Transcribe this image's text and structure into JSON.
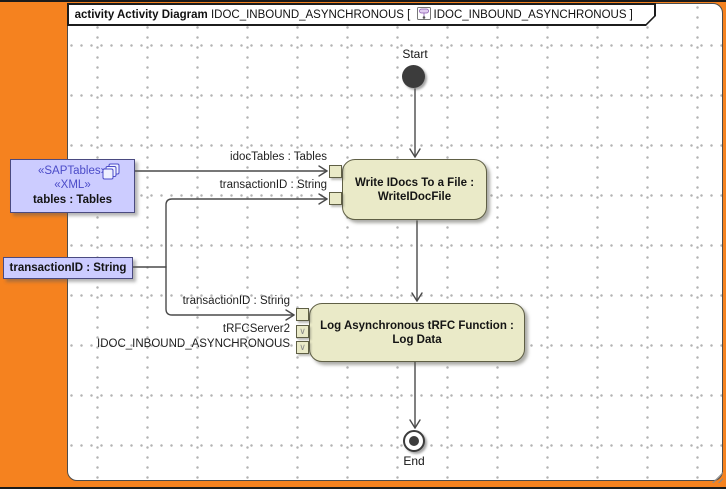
{
  "frame_header": {
    "kind": "activity Activity Diagram",
    "diagram_name": " IDOC_INBOUND_ASYNCHRONOUS [ ",
    "context_name": "IDOC_INBOUND_ASYNCHRONOUS ]"
  },
  "nodes": {
    "start": {
      "label": "Start"
    },
    "activity_write": {
      "line1": "Write IDocs To a File :",
      "line2": "WriteIDocFile"
    },
    "activity_log": {
      "line1": "Log Asynchronous tRFC Function :",
      "line2": "Log Data"
    },
    "end": {
      "label": "End"
    }
  },
  "pins": {
    "value_pin_glyph": "∨"
  },
  "object_nodes": {
    "sap_tables": {
      "stereotypes": [
        "«SAPTables»",
        "«XML»"
      ],
      "label": "tables : Tables"
    },
    "transaction_id": {
      "label": "transactionID : String"
    }
  },
  "edge_labels": {
    "idoc_tables": "idocTables : Tables",
    "transaction_upper": "transactionID : String",
    "transaction_lower": "transactionID : String",
    "trfc_server2": "tRFCServer2",
    "idoc_inbound": "IDOC_INBOUND_ASYNCHRONOUS"
  },
  "colors": {
    "canvas_orange": "#F5821F",
    "activity_fill": "#EAEAC8",
    "activity_border": "#5F5F45",
    "object_fill": "#CCCCFF",
    "object_border": "#4A4A80",
    "stereotype_text": "#4B4BC8",
    "connector_line": "#4A4A4A",
    "grid_dot": "#B4B4B4"
  }
}
